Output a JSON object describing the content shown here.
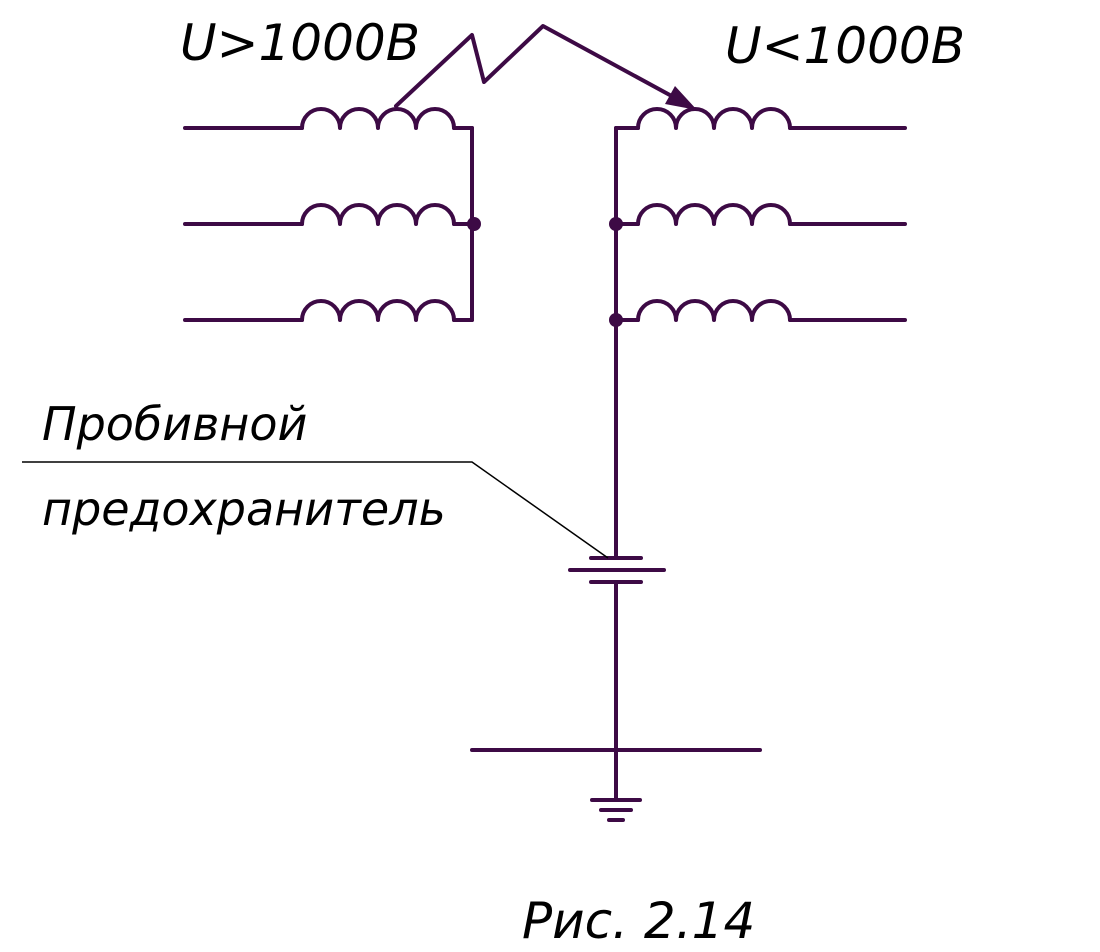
{
  "labels": {
    "hv": "U>1000В",
    "lv": "U<1000В",
    "fuse_line1": "Пробивной",
    "fuse_line2": "предохранитель",
    "caption": "Рис. 2.14"
  },
  "colors": {
    "wire": "#3d0a45",
    "leader": "#000000",
    "background": "#ffffff"
  },
  "components": {
    "primary_windings": 3,
    "secondary_windings": 3,
    "winding_loops": 4,
    "fuse": "breakdown-fuse-symbol",
    "ground": "ground-symbol"
  }
}
